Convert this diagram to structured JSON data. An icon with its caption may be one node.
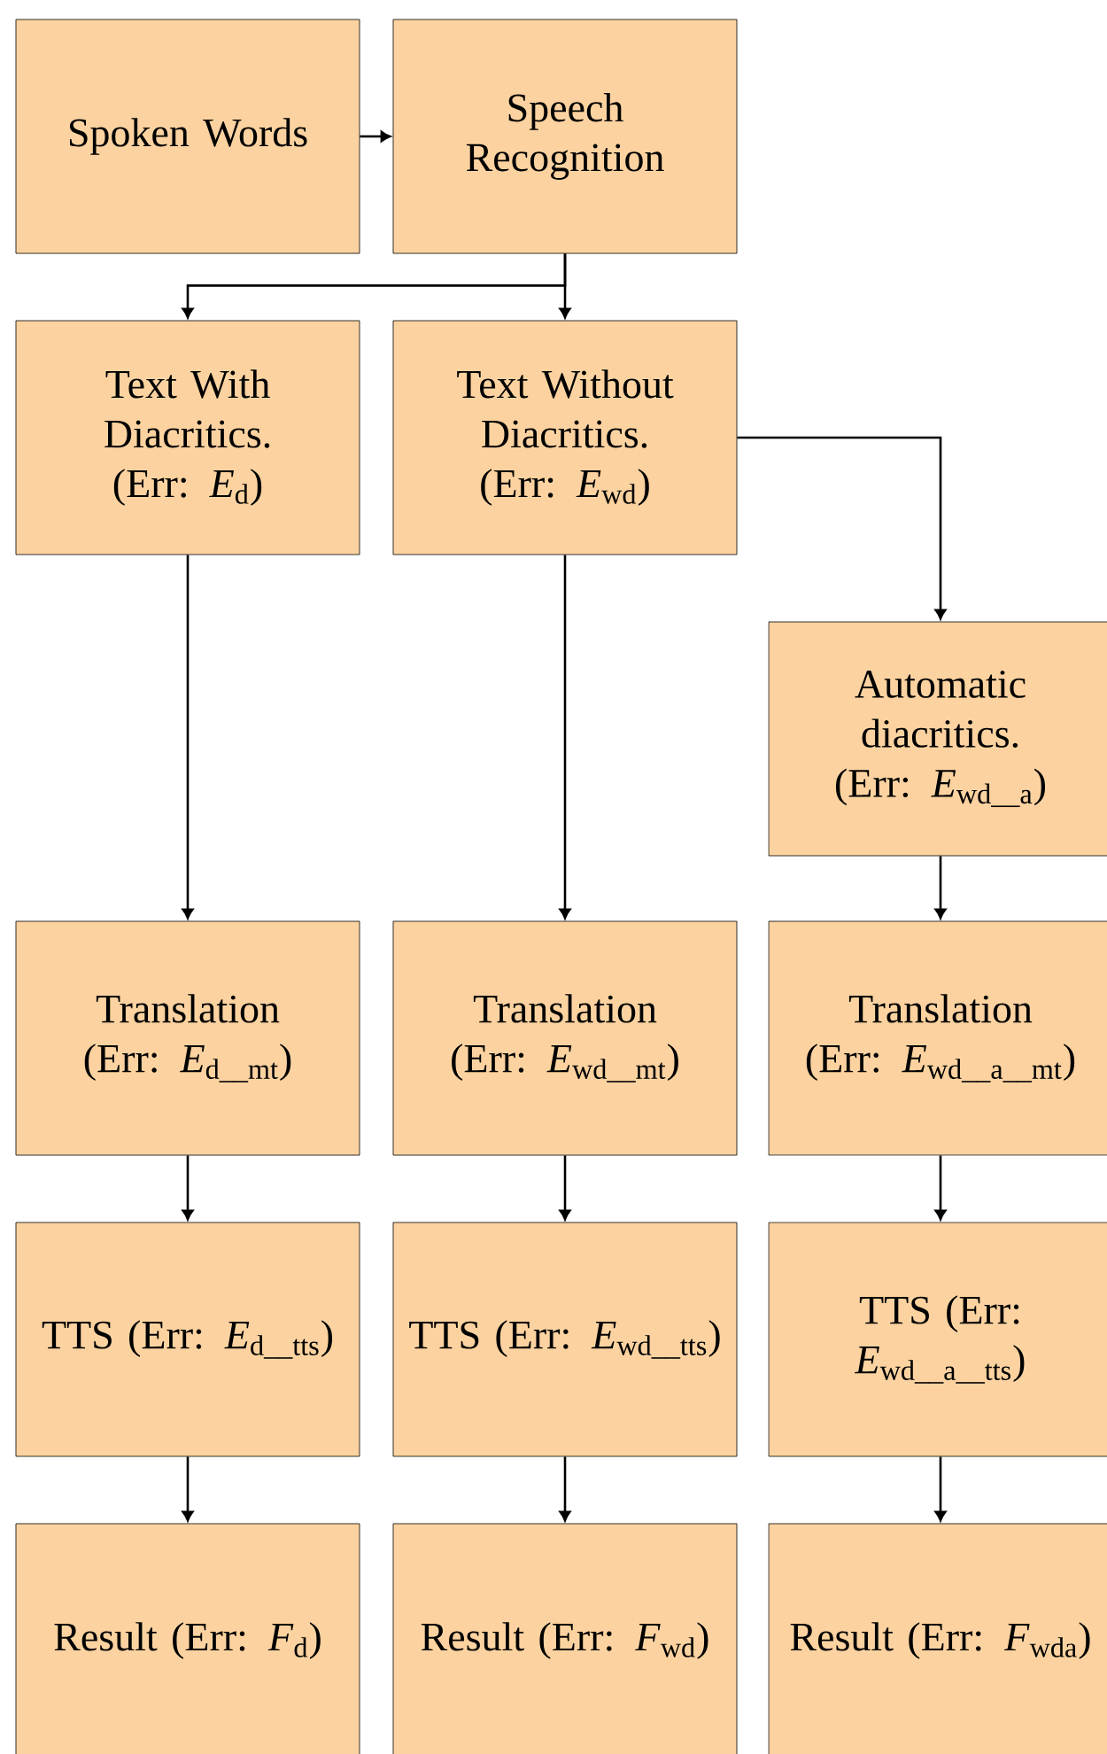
{
  "diagram": {
    "nodes": [
      {
        "text": [
          "Spoken Words"
        ]
      },
      {
        "text": [
          "Speech Recognition"
        ]
      },
      {
        "text": [
          "Text With Diacritics. (Err: *E*$_{d}$)"
        ]
      },
      {
        "text": [
          "Text Without Diacritics. (Err: *E*$_{wd}$)"
        ]
      },
      {
        "text": [
          "Automatic diacritics. (Err: *E*$_{wd__a}$)"
        ]
      },
      {
        "text": [
          "Translation (Err: *E*$_{d__mt}$)"
        ]
      },
      {
        "text": [
          "Translation (Err: *E*$_{wd__mt}$)"
        ]
      },
      {
        "text": [
          "Translation (Err: *E*$_{wd__a__mt}$)"
        ]
      },
      {
        "text": [
          "TTS (Err: *E*$_{d__tts}$)"
        ]
      },
      {
        "text": [
          "TTS (Err: *E*$_{wd__tts}$)"
        ]
      },
      {
        "text": [
          "TTS (Err: *E*$_{wd__a__tts}$)"
        ]
      },
      {
        "text": [
          "Result (Err: *F*$_{d}$)"
        ]
      },
      {
        "text": [
          "Result (Err: *F*$_{wd}$)"
        ]
      },
      {
        "text": [
          "Result (Err: *F*$_{wda}$)"
        ]
      }
    ],
    "edges": [
      {
        "from": 0,
        "to": 1,
        "arrow": "to"
      },
      {
        "from": 1,
        "to": 2,
        "arrow": "to"
      },
      {
        "from": 1,
        "to": 3,
        "arrow": "to"
      },
      {
        "from": 3,
        "to": 4,
        "arrow": "to"
      },
      {
        "from": 2,
        "to": 5,
        "arrow": "to"
      },
      {
        "from": 3,
        "to": 6,
        "arrow": "to"
      },
      {
        "from": 4,
        "to": 7,
        "arrow": "to"
      },
      {
        "from": 5,
        "to": 8,
        "arrow": "to"
      },
      {
        "from": 6,
        "to": 9,
        "arrow": "to"
      },
      {
        "from": 7,
        "to": 10,
        "arrow": "to"
      },
      {
        "from": 8,
        "to": 11,
        "arrow": "to"
      },
      {
        "from": 9,
        "to": 12,
        "arrow": "to"
      },
      {
        "from": 10,
        "to": 13,
        "arrow": "to"
      }
    ]
  }
}
